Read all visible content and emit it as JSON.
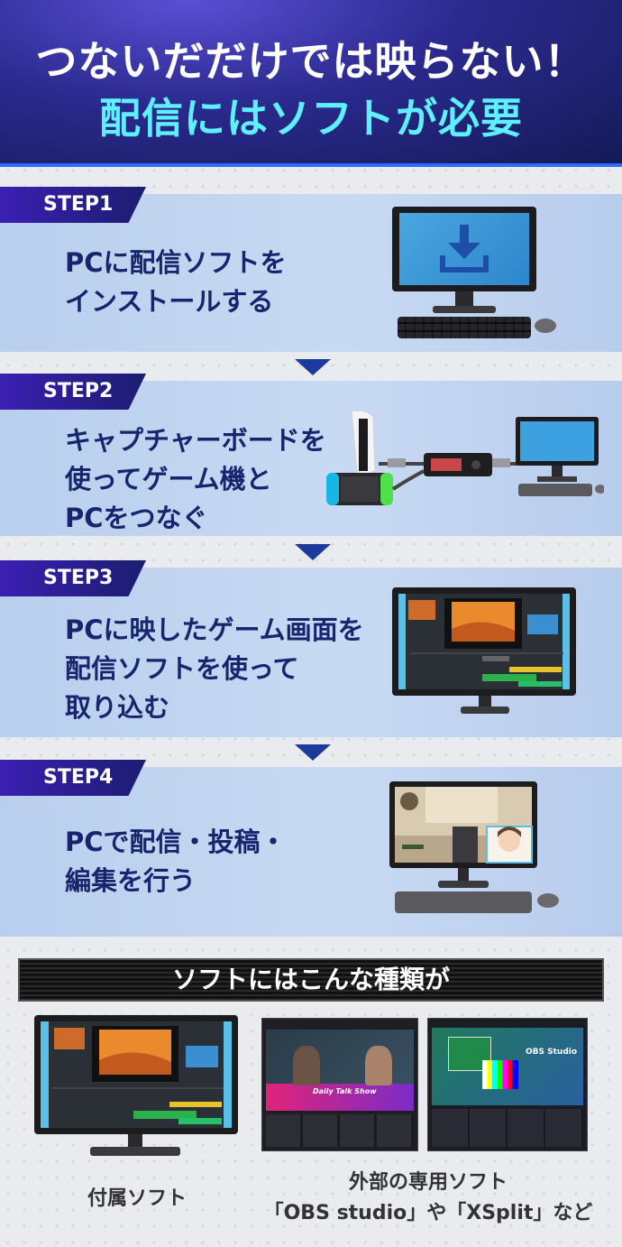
{
  "header": {
    "line1": "つないだだけでは映らない！",
    "line2": "配信にはソフトが必要"
  },
  "steps": [
    {
      "label": "STEP1",
      "text": "PCに配信ソフトを\nインストールする"
    },
    {
      "label": "STEP2",
      "text": "キャプチャーボードを\n使ってゲーム機と\nPCをつなぐ"
    },
    {
      "label": "STEP3",
      "text": "PCに映したゲーム画面を\n配信ソフトを使って\n取り込む"
    },
    {
      "label": "STEP4",
      "text": "PCで配信・投稿・\n編集を行う"
    }
  ],
  "section2": {
    "title": "ソフトにはこんな種類が",
    "items": [
      {
        "caption": "付属ソフト"
      },
      {
        "caption": "外部の専用ソフト\n「OBS studio」や「XSplit」など"
      }
    ],
    "thumb_text": {
      "show": "Daily Talk Show",
      "obs": "OBS Studio"
    }
  },
  "colors": {
    "accent_cyan": "#5ef0ff",
    "navy_text": "#17246e",
    "step_label": "#2a1fa0",
    "arrow": "#1b3a9b"
  }
}
